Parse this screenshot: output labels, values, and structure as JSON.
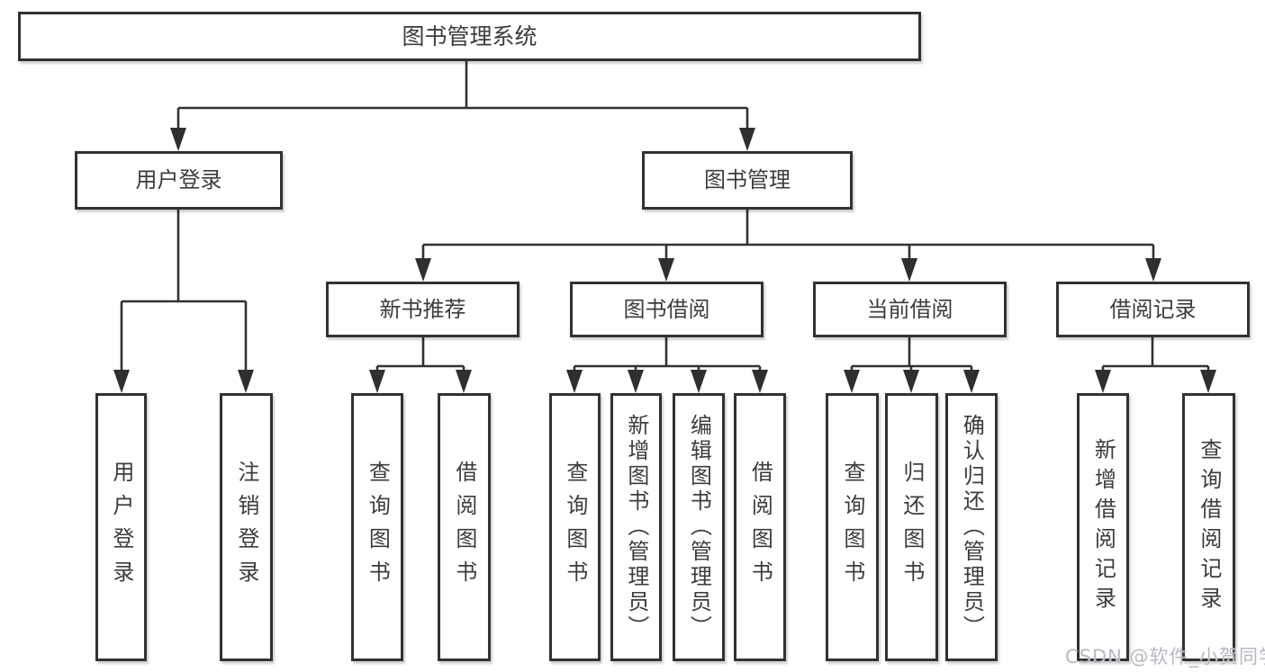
{
  "watermark": "CSDN @软件_小贺同学",
  "colors": {
    "line": "#323232",
    "text": "#3c3c3c",
    "watermark": "#b6bac0"
  },
  "tree": {
    "root": {
      "label": "图书管理系统",
      "children": [
        {
          "label": "用户登录",
          "children": [
            {
              "label": "用户登录"
            },
            {
              "label": "注销登录"
            }
          ]
        },
        {
          "label": "图书管理",
          "children": [
            {
              "label": "新书推荐",
              "children": [
                {
                  "label": "查询图书"
                },
                {
                  "label": "借阅图书"
                }
              ]
            },
            {
              "label": "图书借阅",
              "children": [
                {
                  "label": "查询图书"
                },
                {
                  "label": "新增图书（管理员）"
                },
                {
                  "label": "编辑图书（管理员）"
                },
                {
                  "label": "借阅图书"
                }
              ]
            },
            {
              "label": "当前借阅",
              "children": [
                {
                  "label": "查询图书"
                },
                {
                  "label": "归还图书"
                },
                {
                  "label": "确认归还（管理员）"
                }
              ]
            },
            {
              "label": "借阅记录",
              "children": [
                {
                  "label": "新增借阅记录"
                },
                {
                  "label": "查询借阅记录"
                }
              ]
            }
          ]
        }
      ]
    }
  }
}
